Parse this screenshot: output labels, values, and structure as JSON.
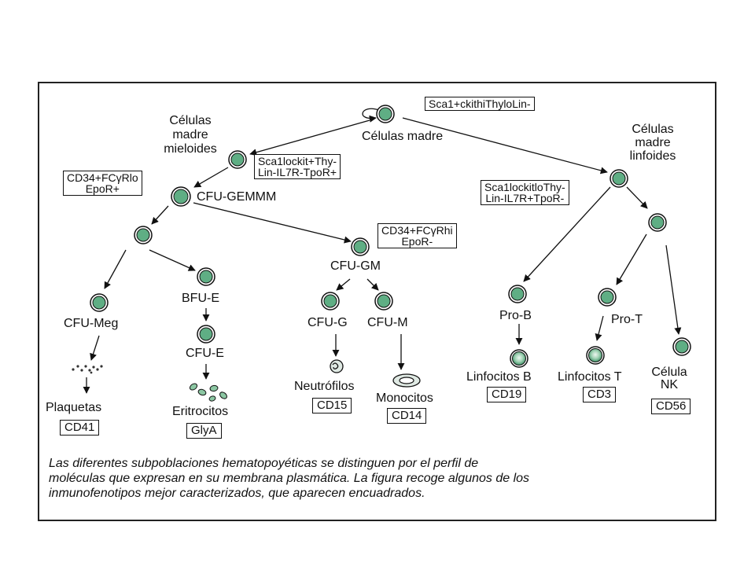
{
  "cells": {
    "stem": "Células madre",
    "myeloid_stem": "Células madre mieloides",
    "lymphoid_stem": "Células madre linfoides",
    "cfu_gemm": "CFU-GEMMM",
    "cfu_meg": "CFU-Meg",
    "bfu_e": "BFU-E",
    "cfu_e": "CFU-E",
    "cfu_gm": "CFU-GM",
    "cfu_g": "CFU-G",
    "cfu_m": "CFU-M",
    "pro_b": "Pro-B",
    "pro_t": "Pro-T",
    "plaquetas": "Plaquetas",
    "eritrocitos": "Eritrocitos",
    "neutrofilos": "Neutrófilos",
    "monocitos": "Monocitos",
    "linfocitos_b": "Linfocitos B",
    "linfocitos_t": "Linfocitos T",
    "celula_nk": "Célula NK"
  },
  "phenotypes": {
    "stem": "Sca1+ckithiThyloLin-",
    "myeloid_line1": "Sca1lockit+Thy-",
    "myeloid_line2": "Lin-IL7R-TpoR+",
    "gemm_line1": "CD34+FCγRlo",
    "gemm_line2": "EpoR+",
    "gm_line1": "CD34+FCγRhi",
    "gm_line2": "EpoR-",
    "lymphoid_line1": "Sca1lockitloThy-",
    "lymphoid_line2": "Lin-IL7R+TpoR-"
  },
  "markers": {
    "plaquetas": "CD41",
    "eritrocitos": "GlyA",
    "neutrofilos": "CD15",
    "monocitos": "CD14",
    "linfocitos_b": "CD19",
    "linfocitos_t": "CD3",
    "celula_nk": "CD56"
  },
  "caption": {
    "line1": "Las diferentes subpoblaciones hematopoyéticas se distinguen por el perfil de",
    "line2": "moléculas que expresan en su membrana plasmática. La figura recoge algunos de los",
    "line3": "inmunofenotipos mejor caracterizados, que aparecen encuadrados."
  },
  "colors": {
    "cell_fill": "#5fae84",
    "cell_ring": "#ffffff",
    "line": "#111111"
  }
}
